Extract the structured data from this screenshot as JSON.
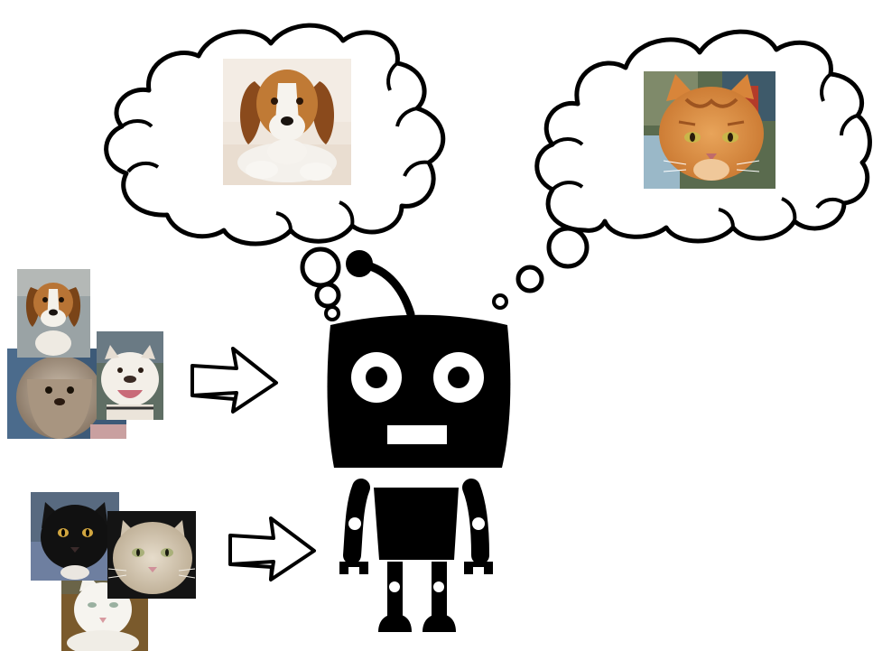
{
  "colors": {
    "ink": "#000000",
    "paper": "#ffffff"
  },
  "icons": {
    "robot": "robot-icon",
    "thought_cloud": "thought-cloud-icon",
    "arrow": "arrow-right-icon"
  },
  "scene": {
    "left_thought": {
      "photo": "beagle-puppy-photo"
    },
    "right_thought": {
      "photo": "orange-tabby-cat-photo"
    },
    "input_groups": [
      {
        "photos": [
          "beagle-photo",
          "shih-tzu-photo",
          "bulldog-photo"
        ]
      },
      {
        "photos": [
          "black-cat-photo",
          "cream-cat-photo",
          "white-cat-photo"
        ]
      }
    ]
  }
}
